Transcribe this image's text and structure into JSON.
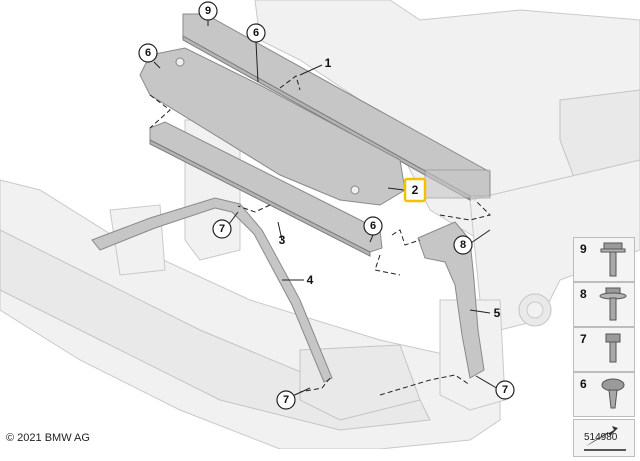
{
  "callouts": {
    "c9_top": "9",
    "c6_left": "6",
    "c6_mid": "6",
    "c1": "1",
    "c2": "2",
    "c6_right": "6",
    "c8": "8",
    "c3": "3",
    "c7_left": "7",
    "c4": "4",
    "c5": "5",
    "c7_bottom": "7",
    "c7_right": "7"
  },
  "legend": {
    "items": [
      {
        "number": "9",
        "icon": "hex-flange-bolt-icon"
      },
      {
        "number": "8",
        "icon": "collar-bolt-icon"
      },
      {
        "number": "7",
        "icon": "hex-bolt-icon"
      },
      {
        "number": "6",
        "icon": "round-head-screw-icon"
      }
    ],
    "footer_icon": "document-arrow-icon"
  },
  "footer": {
    "copyright": "© 2021 BMW AG",
    "doc_number": "514980"
  },
  "colors": {
    "highlight_box": "#f2c200",
    "part_fill": "#c6c6c6",
    "ghost_fill": "#f1f1f1"
  }
}
